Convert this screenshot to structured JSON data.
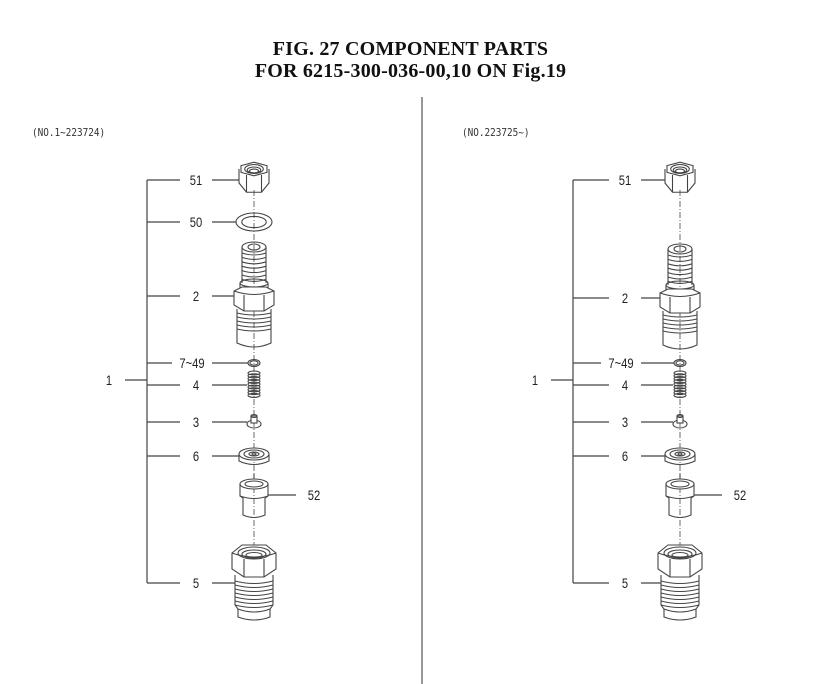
{
  "title": {
    "line1": "FIG. 27  COMPONENT PARTS",
    "line2": "FOR 6215-300-036-00,10 ON Fig.19"
  },
  "panels": [
    {
      "serial_range": "(NO.1~223724)",
      "assembly_label": "1",
      "callouts": [
        {
          "part": "51",
          "name": "nut"
        },
        {
          "part": "50",
          "name": "washer"
        },
        {
          "part": "2",
          "name": "holder"
        },
        {
          "part": "7~49",
          "name": "shim"
        },
        {
          "part": "4",
          "name": "spring"
        },
        {
          "part": "3",
          "name": "valve"
        },
        {
          "part": "6",
          "name": "seat"
        },
        {
          "part": "52",
          "name": "nozzle"
        },
        {
          "part": "5",
          "name": "retaining-nut"
        }
      ]
    },
    {
      "serial_range": "(NO.223725~)",
      "assembly_label": "1",
      "callouts": [
        {
          "part": "51",
          "name": "nut"
        },
        {
          "part": "2",
          "name": "holder"
        },
        {
          "part": "7~49",
          "name": "shim"
        },
        {
          "part": "4",
          "name": "spring"
        },
        {
          "part": "3",
          "name": "valve"
        },
        {
          "part": "6",
          "name": "seat"
        },
        {
          "part": "52",
          "name": "nozzle"
        },
        {
          "part": "5",
          "name": "retaining-nut"
        }
      ]
    }
  ],
  "colors": {
    "line": "#444444",
    "text": "#111111"
  }
}
